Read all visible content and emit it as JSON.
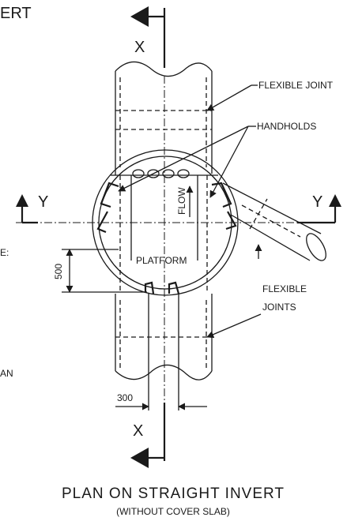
{
  "header_fragment": "ERT",
  "labels": {
    "flexible_joint": "FLEXIBLE JOINT",
    "handholds": "HANDHOLDS",
    "flow": "FLOW",
    "platform": "PLATFORM",
    "flexible_joints_line1": "FLEXIBLE",
    "flexible_joints_line2": "JOINTS",
    "dim_500": "500",
    "dim_300": "300",
    "left_fragment_1": "E:",
    "left_fragment_2": "AN"
  },
  "section_marks": {
    "x_top": "X",
    "x_bottom": "X",
    "y_left": "Y",
    "y_right": "Y"
  },
  "caption": {
    "title": "PLAN ON STRAIGHT INVERT",
    "subtitle": "(WITHOUT COVER SLAB)"
  }
}
